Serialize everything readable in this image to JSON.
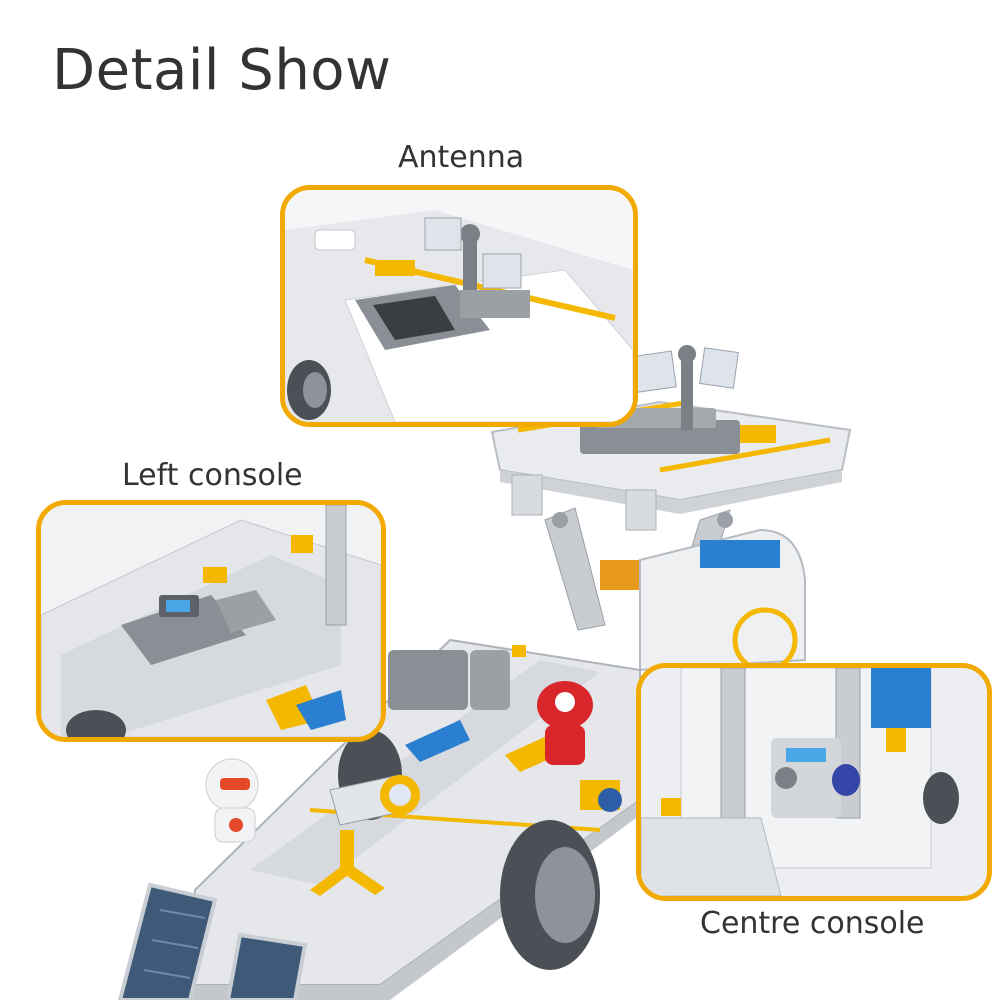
{
  "heading": "Detail Show",
  "callouts": {
    "antenna": "Antenna",
    "left_console": "Left console",
    "centre_console": "Centre console"
  },
  "colors": {
    "accent_frame": "#f2a900",
    "vehicle_body": "#e6e8eb",
    "vehicle_dark": "#6e7378",
    "trim_yellow": "#f5b800",
    "trim_blue": "#2b7fd0",
    "solar_panel": "#3f5a78",
    "robot_red": "#d8262a"
  }
}
